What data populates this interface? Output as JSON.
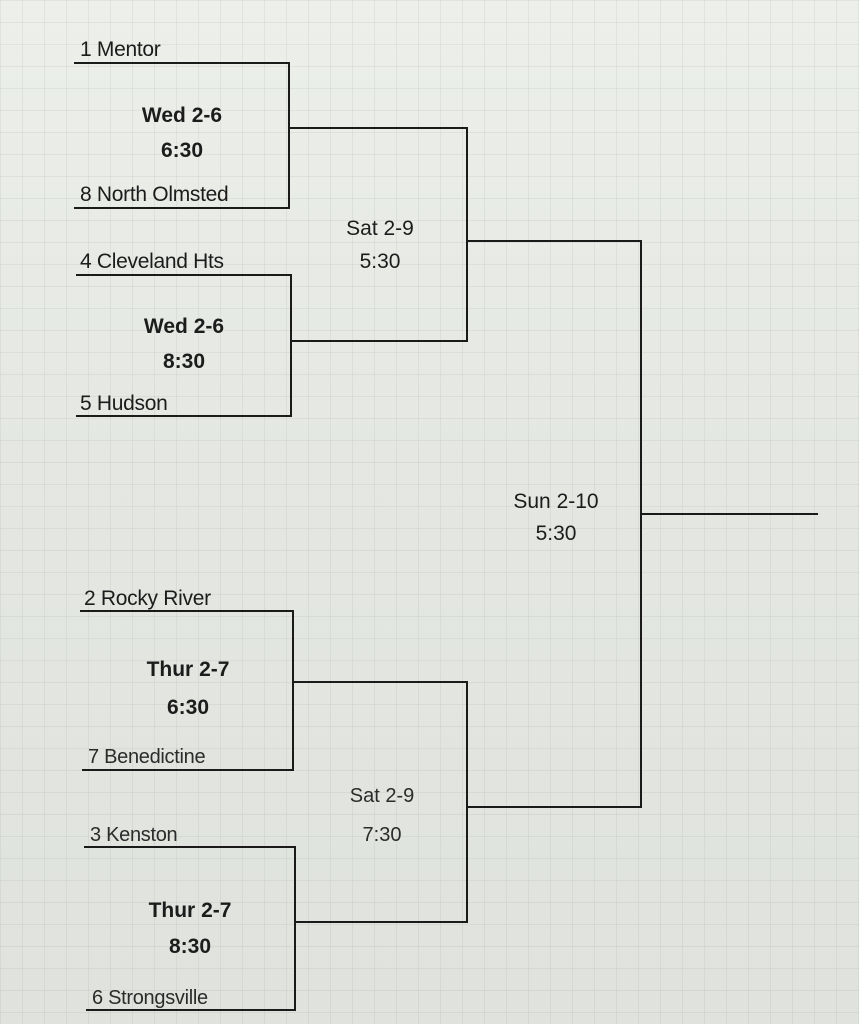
{
  "bracket": {
    "teams": [
      "1 Mentor",
      "8 North Olmsted",
      "4 Cleveland Hts",
      "5 Hudson",
      "2 Rocky River",
      "7 Benedictine",
      "3 Kenston",
      "6 Strongsville"
    ],
    "round1": [
      {
        "date": "Wed 2-6",
        "time": "6:30"
      },
      {
        "date": "Wed 2-6",
        "time": "8:30"
      },
      {
        "date": "Thur 2-7",
        "time": "6:30"
      },
      {
        "date": "Thur 2-7",
        "time": "8:30"
      }
    ],
    "semis": [
      {
        "date": "Sat 2-9",
        "time": "5:30"
      },
      {
        "date": "Sat 2-9",
        "time": "7:30"
      }
    ],
    "final": {
      "date": "Sun 2-10",
      "time": "5:30"
    }
  }
}
